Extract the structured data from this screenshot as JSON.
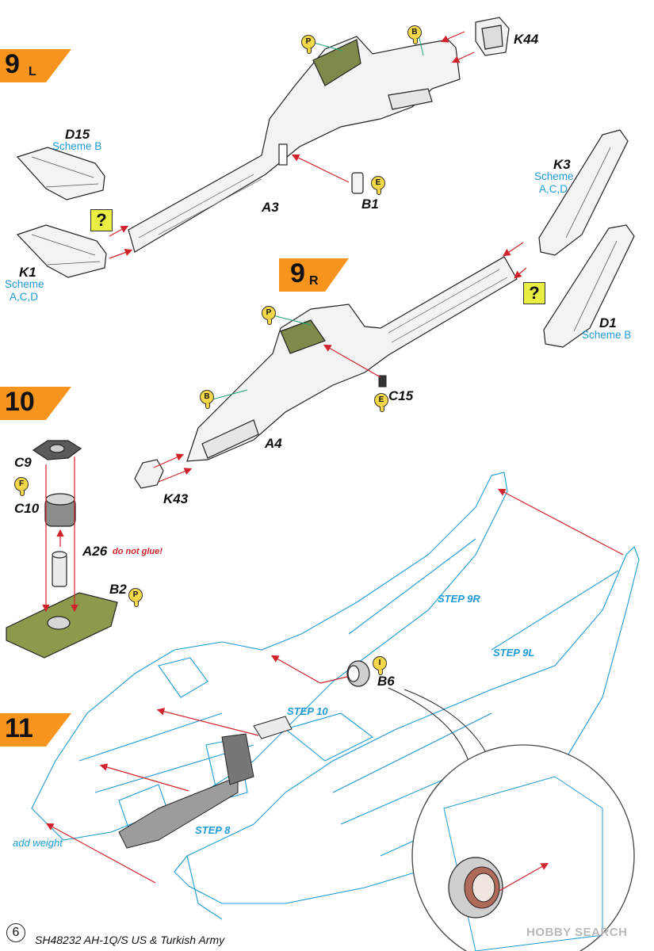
{
  "steps": [
    {
      "number": "9",
      "suffix": "L"
    },
    {
      "number": "9",
      "suffix": "R"
    },
    {
      "number": "10",
      "suffix": ""
    },
    {
      "number": "11",
      "suffix": ""
    }
  ],
  "parts": {
    "k44": "K44",
    "d15": "D15",
    "a3": "A3",
    "b1": "B1",
    "k3": "K3",
    "k1": "K1",
    "d1": "D1",
    "c15": "C15",
    "a4": "A4",
    "k43": "K43",
    "c9": "C9",
    "c10": "C10",
    "a26": "A26",
    "b2": "B2",
    "b6": "B6"
  },
  "schemes": {
    "d15": "Scheme B",
    "k3_1": "Scheme",
    "k3_2": "A,C,D",
    "k1_1": "Scheme",
    "k1_2": "A,C,D",
    "d1": "Scheme B"
  },
  "paint_codes": {
    "p_top": "P",
    "b_top": "B",
    "e_b1": "E",
    "p_9r": "P",
    "b_9r": "B",
    "e_c15": "E",
    "f_c9": "F",
    "p_b2": "P",
    "i_b6": "I"
  },
  "question_mark": "?",
  "notes": {
    "do_not_glue": "do not glue!",
    "add_weight": "add weight"
  },
  "step_refs": {
    "step9r": "STEP 9R",
    "step9l": "STEP 9L",
    "step10": "STEP 10",
    "step8": "STEP 8"
  },
  "footer": {
    "page_number": "6",
    "title": "SH48232 AH-1Q/S US & Turkish Army",
    "watermark": "HOBBY SEARCH"
  },
  "colors": {
    "accent_orange": "#f7941d",
    "scheme_blue": "#1e9ad6",
    "paint_green": "#7d8a4a",
    "guide_red": "#d0232b",
    "question_yellow": "#e9ef42"
  }
}
